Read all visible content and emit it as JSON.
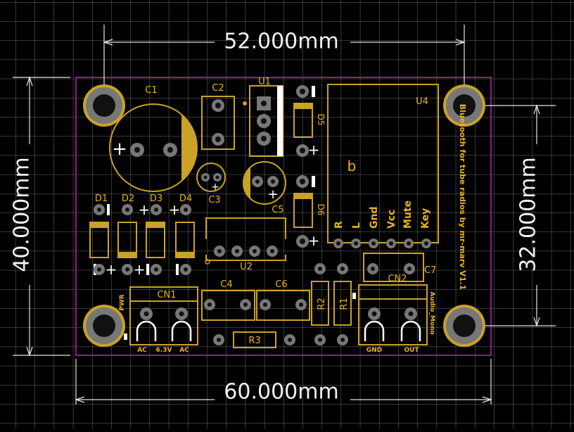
{
  "colors": {
    "background": "#000000",
    "grid": "#6e6e6e",
    "board_outline": "#8b1f8b",
    "silkscreen": "#c9a227",
    "copper_pad": "#8a8a8a",
    "hole": "#111111",
    "dimension": "#ffffff"
  },
  "dimensions": {
    "top": "52.000mm",
    "bottom": "60.000mm",
    "left": "40.000mm",
    "right": "32.000mm"
  },
  "labels": {
    "c1": "C1",
    "c2": "C2",
    "c3": "C3",
    "c4": "C4",
    "c5": "C5",
    "c6": "C6",
    "c7": "C7",
    "u1": "U1",
    "u2": "U2",
    "u4": "U4",
    "d1": "D1",
    "d2": "D2",
    "d3": "D3",
    "d4": "D4",
    "d5": "D5",
    "d6": "D6",
    "r1": "R1",
    "r2": "R2",
    "r3": "R3",
    "cn1": "CN1",
    "cn2": "CN2",
    "pwr": "PWR",
    "cn1_pins": [
      "AC",
      "6.3V",
      "AC"
    ],
    "cn2_pins": [
      "GND",
      "OUT"
    ],
    "audio_mono": "Audio_Mono",
    "bt_pins": [
      "R",
      "L",
      "Gnd",
      "Vcc",
      "Mute",
      "Key"
    ],
    "u4_mark": "b",
    "board_title": "Bluetooth for tube radios by mr-marv V1.1"
  }
}
